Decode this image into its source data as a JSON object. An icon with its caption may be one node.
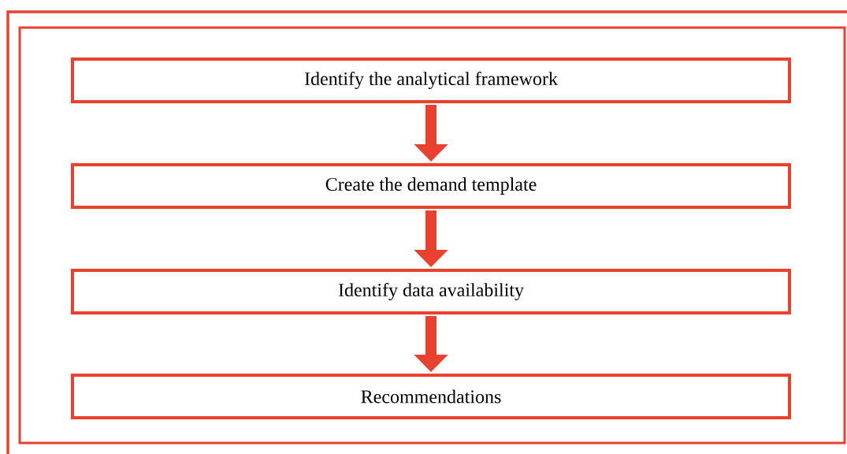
{
  "diagram": {
    "nodes": [
      {
        "text": [
          "Identify the analytical framework"
        ]
      },
      {
        "text": [
          "Create the demand template"
        ]
      },
      {
        "text": [
          "Identify data availability"
        ]
      },
      {
        "text": [
          "Recommendations"
        ]
      }
    ],
    "edges": [
      {
        "from": 0,
        "to": 1,
        "arrow": "to"
      },
      {
        "from": 1,
        "to": 2,
        "arrow": "to"
      },
      {
        "from": 2,
        "to": 3,
        "arrow": "to"
      }
    ]
  }
}
